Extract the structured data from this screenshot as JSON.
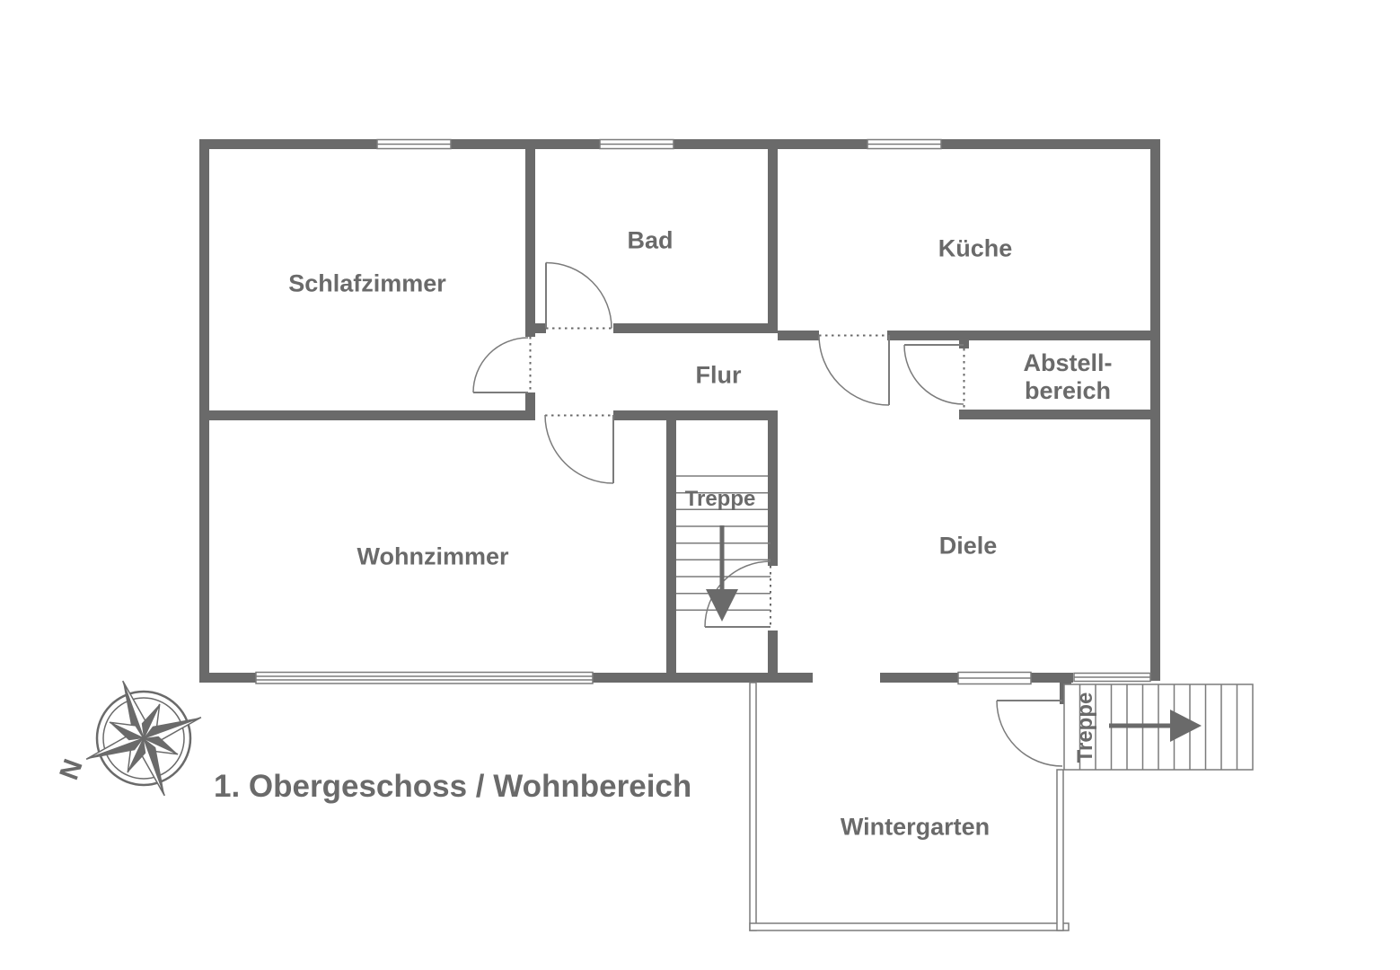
{
  "title": "1. Obergeschoss / Wohnbereich",
  "compass": {
    "north_label": "N"
  },
  "rooms": {
    "schlafzimmer": "Schlafzimmer",
    "bad": "Bad",
    "kueche": "Küche",
    "flur": "Flur",
    "abstellbereich_line1": "Abstell-",
    "abstellbereich_line2": "bereich",
    "wohnzimmer": "Wohnzimmer",
    "diele": "Diele",
    "wintergarten": "Wintergarten"
  },
  "stairs": {
    "interior_label": "Treppe",
    "interior_direction": "down",
    "exterior_label": "Treppe",
    "exterior_direction": "right"
  },
  "colors": {
    "wall": "#6a6a6a",
    "thin_line": "#7b7b7b",
    "text": "#6a6a6a",
    "background": "#ffffff"
  }
}
